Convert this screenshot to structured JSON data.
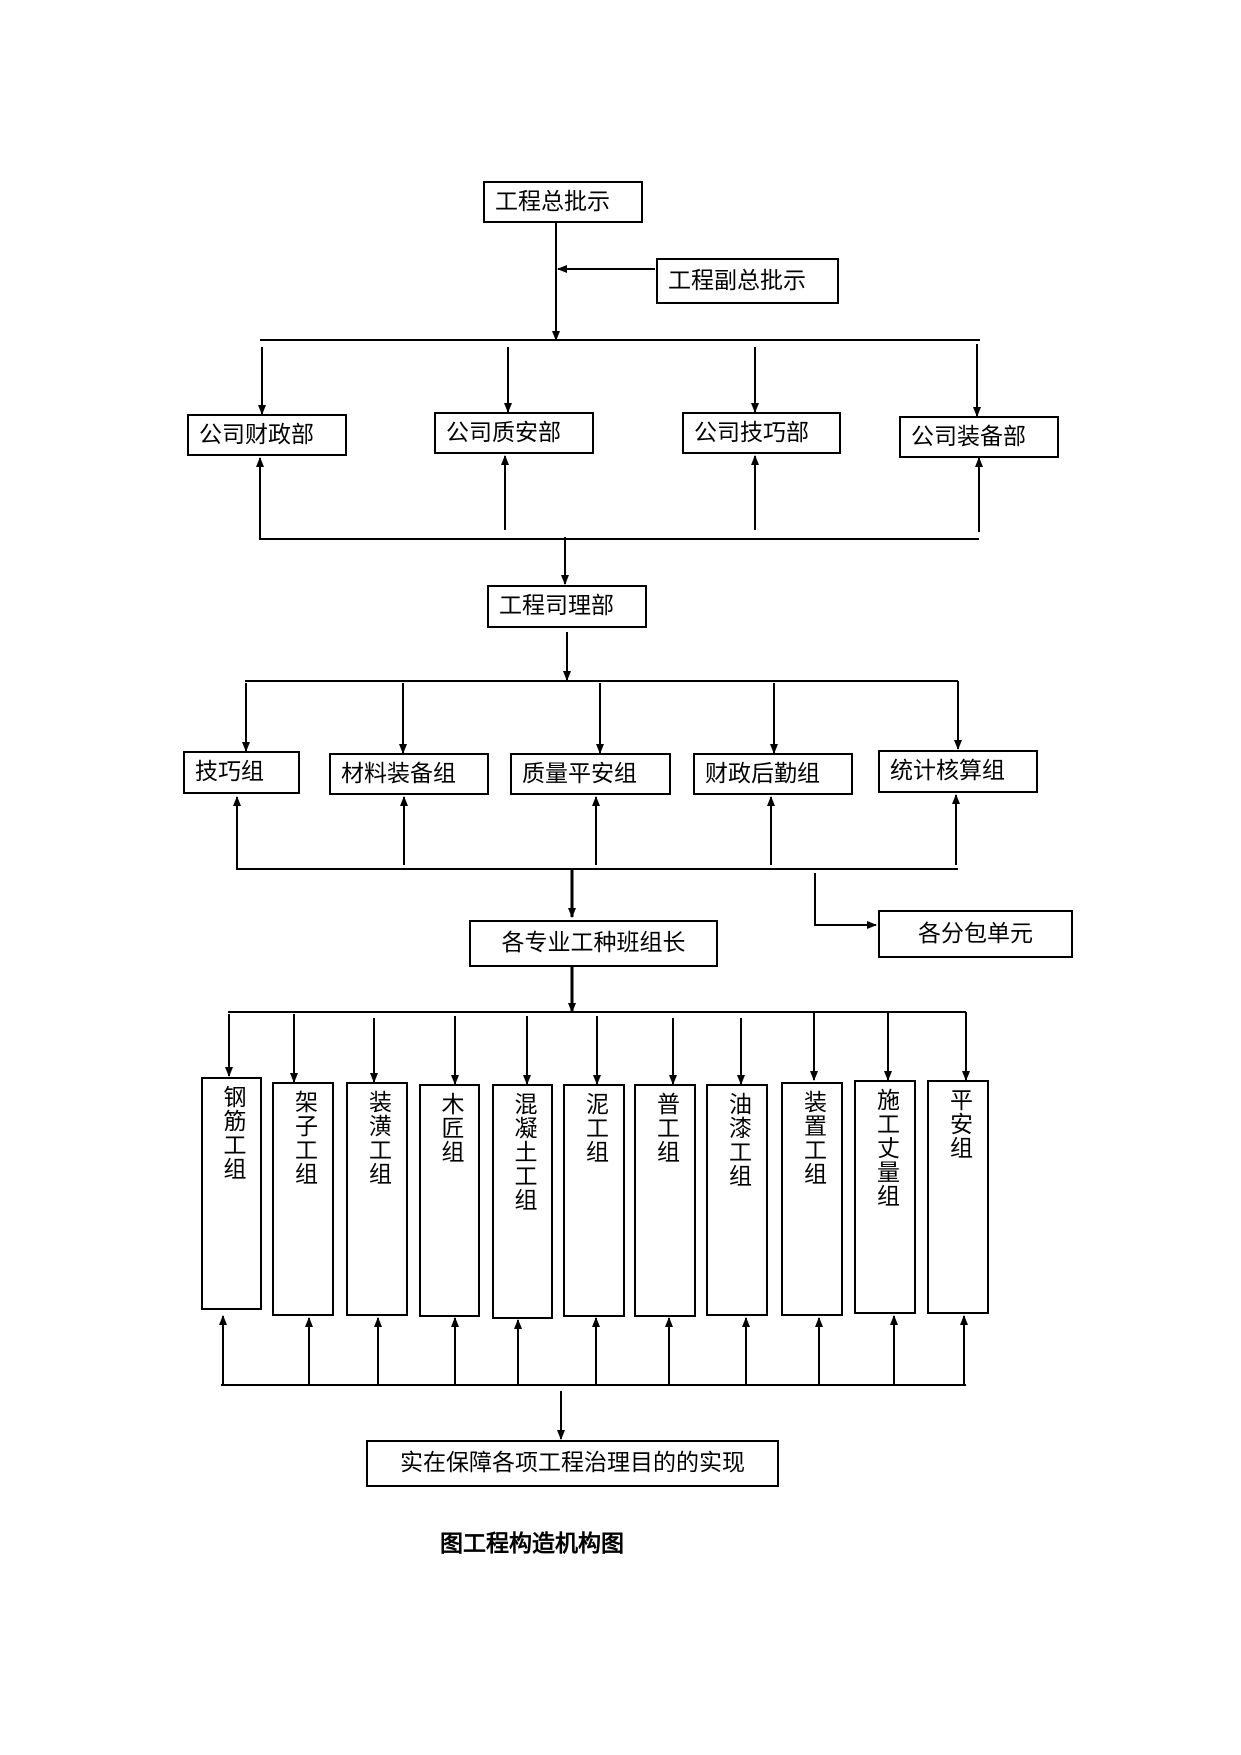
{
  "nodes": {
    "general_manager": "工程总批示",
    "deputy_manager": "工程副总批示",
    "finance_dept": "公司财政部",
    "quality_safety_dept": "公司质安部",
    "tech_dept": "公司技巧部",
    "equipment_dept": "公司装备部",
    "project_dept": "工程司理部",
    "tech_group": "技巧组",
    "materials_group": "材料装备组",
    "quality_safety_group": "质量平安组",
    "logistics_group": "财政后勤组",
    "accounting_group": "统计核算组",
    "team_leaders": "各专业工种班组长",
    "subcontract_units": "各分包单元",
    "goal": "实在保障各项工程治理目的的实现"
  },
  "work_groups": [
    "钢筋工组",
    "架子工组",
    "装潢工组",
    "木匠组",
    "混凝土工组",
    "泥工组",
    "普工组",
    "油漆工组",
    "装置工组",
    "施工丈量组",
    "平安组"
  ],
  "caption": "图工程构造机构图",
  "colors": {
    "line": "#000000",
    "box_border": "#000000",
    "background": "#ffffff"
  }
}
